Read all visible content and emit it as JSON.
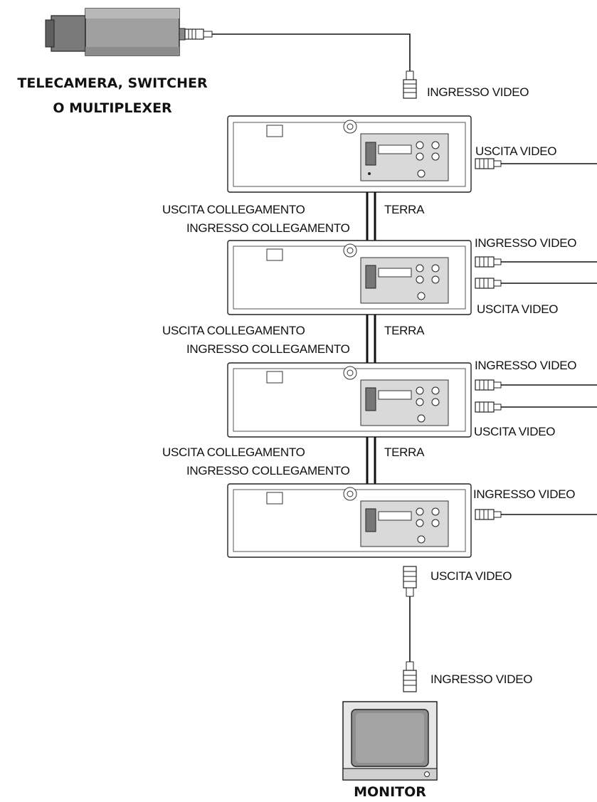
{
  "source": {
    "title_line1": "TELECAMERA, SWITCHER",
    "title_line2": "O MULTIPLEXER",
    "input_label": "INGRESSO VIDEO"
  },
  "units": [
    {
      "out_label": "USCITA VIDEO"
    },
    {
      "in_label": "INGRESSO VIDEO",
      "out_label": "USCITA VIDEO"
    },
    {
      "in_label": "INGRESSO VIDEO",
      "out_label": "USCITA VIDEO"
    },
    {
      "in_label": "INGRESSO VIDEO"
    }
  ],
  "links": [
    {
      "out_label": "USCITA COLLEGAMENTO",
      "in_label": "INGRESSO COLLEGAMENTO",
      "ground_label": "TERRA"
    },
    {
      "out_label": "USCITA COLLEGAMENTO",
      "in_label": "INGRESSO COLLEGAMENTO",
      "ground_label": "TERRA"
    },
    {
      "out_label": "USCITA COLLEGAMENTO",
      "in_label": "INGRESSO COLLEGAMENTO",
      "ground_label": "TERRA"
    }
  ],
  "output": {
    "out_label": "USCITA VIDEO",
    "monitor_in_label": "INGRESSO VIDEO",
    "monitor_title": "MONITOR"
  },
  "colors": {
    "stroke": "#111111",
    "panel": "#d9d9d9",
    "camera": "#8a8a8a",
    "screen": "#9a9a9a"
  }
}
